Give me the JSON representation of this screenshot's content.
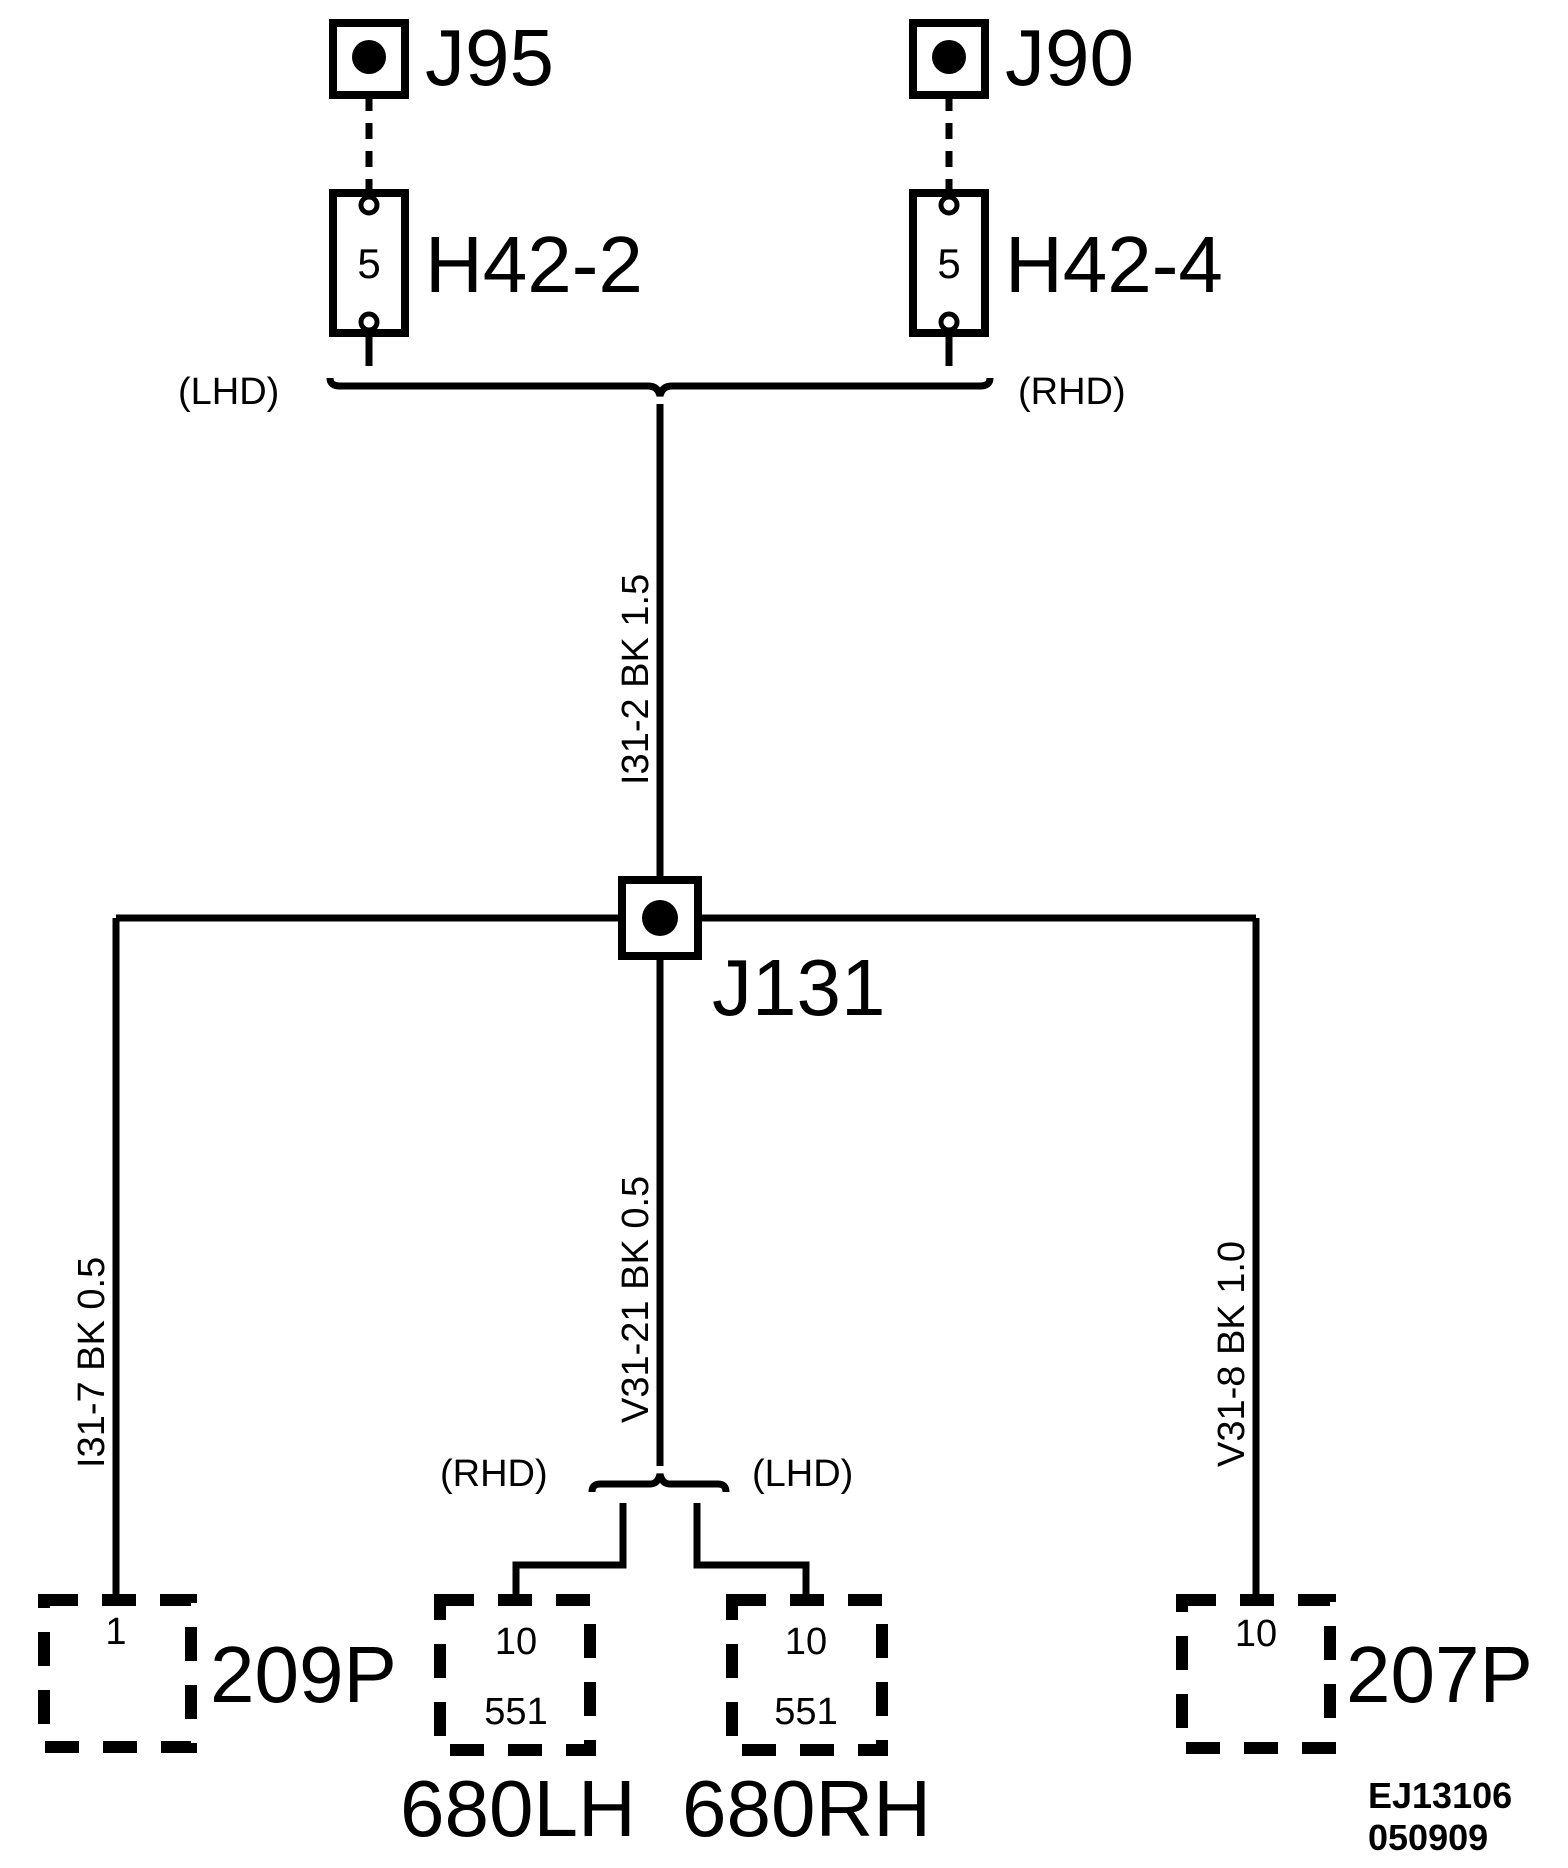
{
  "connectors": {
    "j95": "J95",
    "j90": "J90",
    "j131": "J131"
  },
  "fuses": {
    "h42_2": {
      "label": "H42-2",
      "pin": "5"
    },
    "h42_4": {
      "label": "H42-4",
      "pin": "5"
    }
  },
  "variants": {
    "top_left": "(LHD)",
    "top_right": "(RHD)",
    "bottom_left": "(RHD)",
    "bottom_right": "(LHD)"
  },
  "wires": {
    "main": "I31-2  BK  1.5",
    "center": "V31-21  BK  0.5",
    "left": "I31-7  BK  0.5",
    "right": "V31-8  BK  1.0"
  },
  "components": {
    "c209p": {
      "label": "209P",
      "pin": "1"
    },
    "c680lh": {
      "label": "680LH",
      "pin": "10",
      "sub": "551"
    },
    "c680rh": {
      "label": "680RH",
      "pin": "10",
      "sub": "551"
    },
    "c207p": {
      "label": "207P",
      "pin": "10"
    }
  },
  "reference": {
    "code": "EJ13106",
    "date": "050909"
  }
}
